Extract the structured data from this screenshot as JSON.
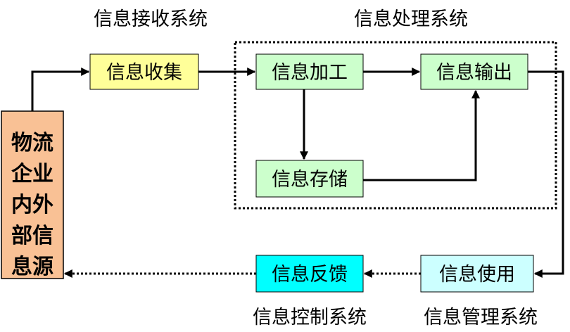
{
  "captions": {
    "receive_system": "信息接收系统",
    "process_system": "信息处理系统",
    "control_system": "信息控制系统",
    "manage_system": "信息管理系统"
  },
  "source": {
    "lines": [
      "物流",
      "企业",
      "内外",
      "部信",
      "息源"
    ],
    "color": "#F9C195"
  },
  "nodes": {
    "collect": {
      "label": "信息收集",
      "color": "#FFFF99"
    },
    "process": {
      "label": "信息加工",
      "color": "#CCFFCC"
    },
    "output": {
      "label": "信息输出",
      "color": "#CCFFCC"
    },
    "storage": {
      "label": "信息存储",
      "color": "#CCFFCC"
    },
    "usage": {
      "label": "信息使用",
      "color": "#CCFFFF"
    },
    "feedback": {
      "label": "信息反馈",
      "color": "#00FFFF"
    }
  }
}
